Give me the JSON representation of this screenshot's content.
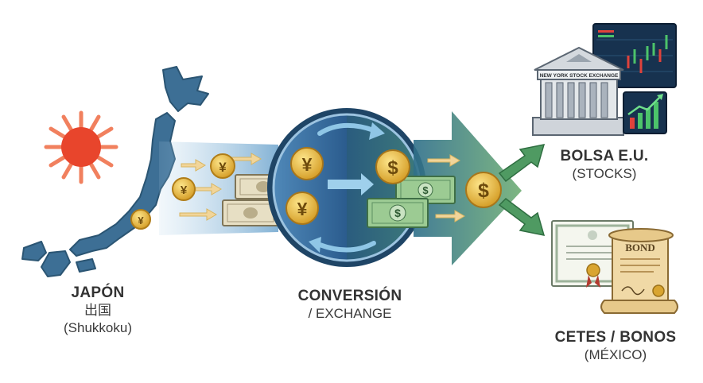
{
  "japan": {
    "title": "JAPÓN",
    "kanji": "出国",
    "romaji": "(Shukkoku)"
  },
  "conversion": {
    "title": "CONVERSIÓN",
    "subtitle": "/ EXCHANGE"
  },
  "stocks": {
    "title": "BOLSA E.U.",
    "subtitle": "(STOCKS)",
    "building_sign": "NEW YORK STOCK EXCHANGE"
  },
  "bonds": {
    "title": "CETES / BONOS",
    "subtitle": "(MÉXICO)",
    "scroll_text": "BOND"
  },
  "symbols": {
    "yen": "¥",
    "dollar": "$"
  },
  "colors": {
    "japan_blue": "#3d6f95",
    "sun_red": "#e8452c",
    "gold": "#e8b83a",
    "exchange_blue": "#2f5f8f",
    "arrow_green": "#5f9a6e",
    "dollar_green": "#7fb07c"
  }
}
